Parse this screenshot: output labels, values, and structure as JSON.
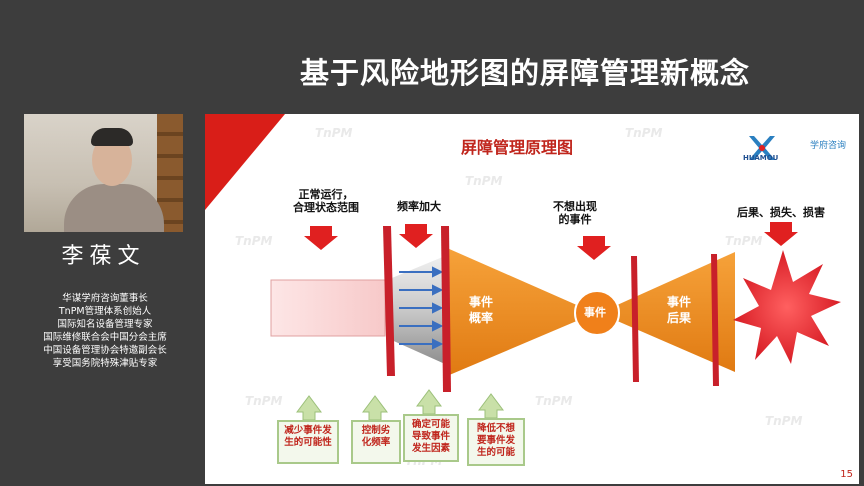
{
  "header": {
    "title": "基于风险地形图的屏障管理新概念"
  },
  "presenter": {
    "name": "李葆文",
    "bio": [
      "华谋学府咨询董事长",
      "TnPM管理体系创始人",
      "国际知名设备管理专家",
      "国际维修联合会中国分会主席",
      "中国设备管理协会特邀副会长",
      "享受国务院特殊津贴专家"
    ]
  },
  "slide": {
    "title": "屏障管理原理图",
    "logo_text": "HUAMOU",
    "logo2_text": "学府咨询",
    "watermark": "TnPM",
    "page_number": "15",
    "top_labels": {
      "normal": [
        "正常运行，",
        "合理状态范围"
      ],
      "freq": "频率加大",
      "unwanted": [
        "不想出现",
        "的事件"
      ],
      "result": "后果、损失、损害"
    },
    "shape_labels": {
      "prob": [
        "事件",
        "概率"
      ],
      "event": "事件",
      "consequence": [
        "事件",
        "后果"
      ]
    },
    "green_boxes": [
      [
        "减少事件发",
        "生的可能性"
      ],
      [
        "控制劣",
        "化频率"
      ],
      [
        "确定可能",
        "导致事件",
        "发生因素"
      ],
      [
        "降低不想",
        "要事件发",
        "生的可能"
      ]
    ]
  },
  "colors": {
    "accent_red": "#d91e18",
    "orange": "#f08a1c",
    "dark_bg": "#3d3d3d"
  }
}
